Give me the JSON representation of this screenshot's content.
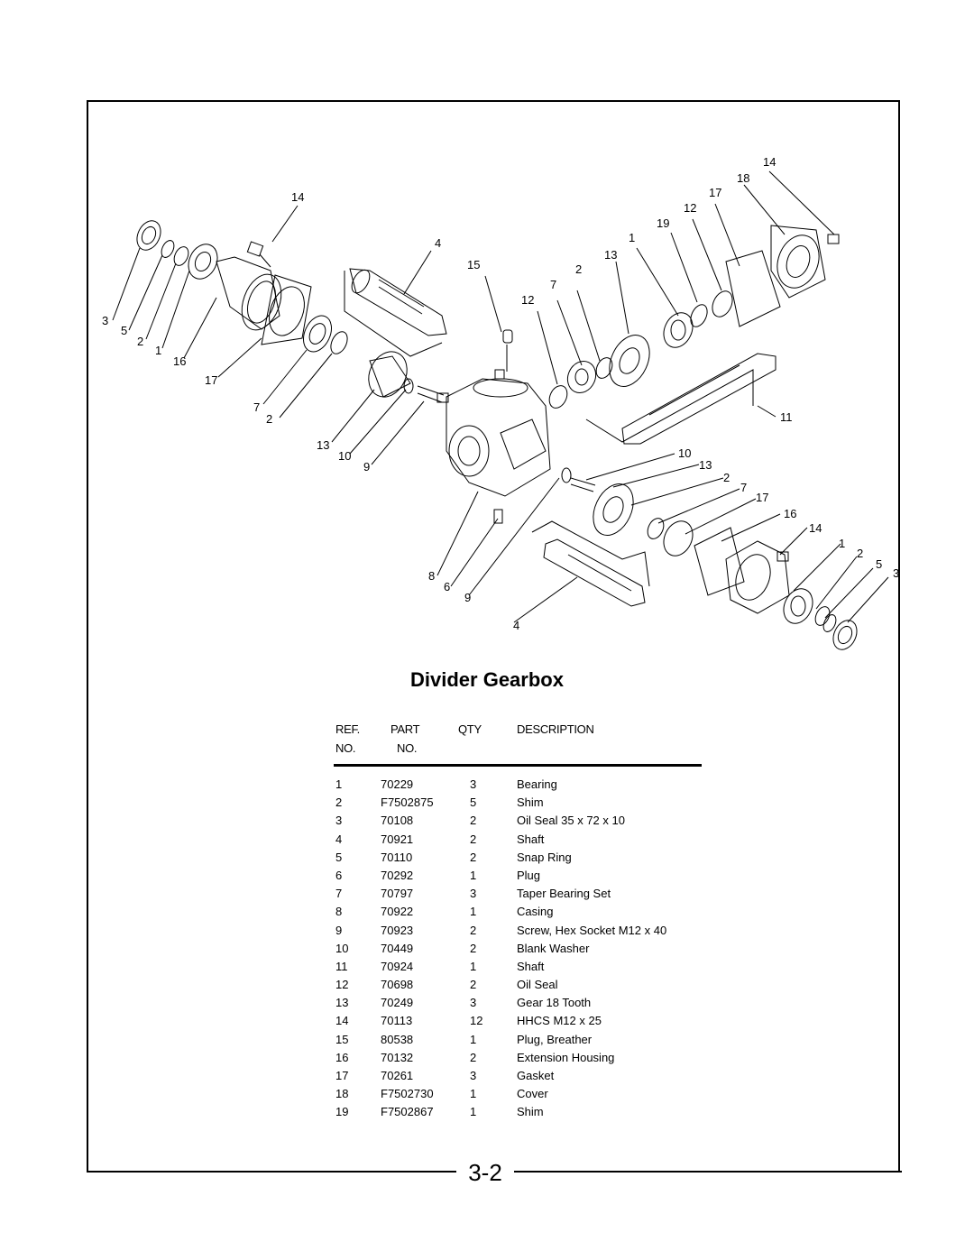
{
  "title": "Divider Gearbox",
  "page_number": "3-2",
  "table": {
    "headers": {
      "ref_line1": "REF.",
      "ref_line2": "NO.",
      "part_line1": "PART",
      "part_line2": "NO.",
      "qty": "QTY",
      "description": "DESCRIPTION"
    },
    "rows": [
      {
        "ref": "1",
        "part": "70229",
        "qty": "3",
        "desc": "Bearing"
      },
      {
        "ref": "2",
        "part": "F7502875",
        "qty": "5",
        "desc": "Shim"
      },
      {
        "ref": "3",
        "part": "70108",
        "qty": "2",
        "desc": "Oil Seal 35 x 72 x 10"
      },
      {
        "ref": "4",
        "part": "70921",
        "qty": "2",
        "desc": "Shaft"
      },
      {
        "ref": "5",
        "part": "70110",
        "qty": "2",
        "desc": "Snap Ring"
      },
      {
        "ref": "6",
        "part": "70292",
        "qty": "1",
        "desc": "Plug"
      },
      {
        "ref": "7",
        "part": "70797",
        "qty": "3",
        "desc": "Taper Bearing Set"
      },
      {
        "ref": "8",
        "part": "70922",
        "qty": "1",
        "desc": "Casing"
      },
      {
        "ref": "9",
        "part": "70923",
        "qty": "2",
        "desc": "Screw, Hex Socket M12 x 40"
      },
      {
        "ref": "10",
        "part": "70449",
        "qty": "2",
        "desc": "Blank Washer"
      },
      {
        "ref": "11",
        "part": "70924",
        "qty": "1",
        "desc": "Shaft"
      },
      {
        "ref": "12",
        "part": "70698",
        "qty": "2",
        "desc": "Oil Seal"
      },
      {
        "ref": "13",
        "part": "70249",
        "qty": "3",
        "desc": "Gear 18 Tooth"
      },
      {
        "ref": "14",
        "part": "70113",
        "qty": "12",
        "desc": "HHCS M12 x 25"
      },
      {
        "ref": "15",
        "part": "80538",
        "qty": "1",
        "desc": "Plug, Breather"
      },
      {
        "ref": "16",
        "part": "70132",
        "qty": "2",
        "desc": "Extension Housing"
      },
      {
        "ref": "17",
        "part": "70261",
        "qty": "3",
        "desc": "Gasket"
      },
      {
        "ref": "18",
        "part": "F7502730",
        "qty": "1",
        "desc": "Cover"
      },
      {
        "ref": "19",
        "part": "F7502867",
        "qty": "1",
        "desc": "Shim"
      }
    ]
  },
  "diagram_callouts": [
    "14",
    "18",
    "17",
    "12",
    "19",
    "1",
    "13",
    "14",
    "4",
    "15",
    "2",
    "7",
    "12",
    "3",
    "5",
    "2",
    "1",
    "16",
    "17",
    "7",
    "2",
    "13",
    "10",
    "9",
    "11",
    "10",
    "13",
    "2",
    "7",
    "17",
    "16",
    "14",
    "1",
    "2",
    "5",
    "3",
    "8",
    "6",
    "9",
    "4"
  ]
}
